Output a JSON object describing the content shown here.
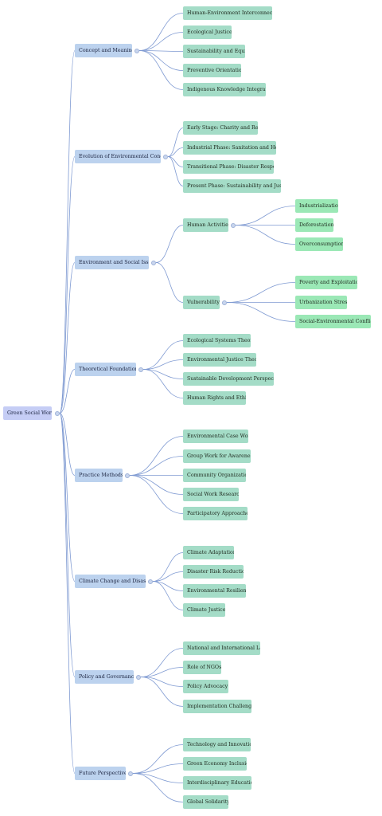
{
  "colors": {
    "root": "#c5cdf5",
    "level1": "#bcd2ee",
    "level2": "#a4dcc7",
    "level3": "#9be8b6",
    "edge": "#7f9ad2"
  },
  "mindmap": {
    "root": "Green Social Work",
    "branches": [
      {
        "label": "Concept and Meaning",
        "children": [
          {
            "label": "Human-Environment Interconnection"
          },
          {
            "label": "Ecological Justice"
          },
          {
            "label": "Sustainability and Equity"
          },
          {
            "label": "Preventive Orientation"
          },
          {
            "label": "Indigenous Knowledge Integration"
          }
        ]
      },
      {
        "label": "Evolution of Environmental Concern",
        "children": [
          {
            "label": "Early Stage: Charity and Relief"
          },
          {
            "label": "Industrial Phase: Sanitation and Health"
          },
          {
            "label": "Transitional Phase: Disaster Response"
          },
          {
            "label": "Present Phase: Sustainability and Justice"
          }
        ]
      },
      {
        "label": "Environment and Social Issues",
        "children": [
          {
            "label": "Human Activities",
            "children": [
              {
                "label": "Industrialization"
              },
              {
                "label": "Deforestation"
              },
              {
                "label": "Overconsumption"
              }
            ]
          },
          {
            "label": "Vulnerability",
            "children": [
              {
                "label": "Poverty and Exploitation"
              },
              {
                "label": "Urbanization Stress"
              },
              {
                "label": "Social-Environmental Conflicts"
              }
            ]
          }
        ]
      },
      {
        "label": "Theoretical Foundations",
        "children": [
          {
            "label": "Ecological Systems Theory"
          },
          {
            "label": "Environmental Justice Theory"
          },
          {
            "label": "Sustainable Development Perspective"
          },
          {
            "label": "Human Rights and Ethics"
          }
        ]
      },
      {
        "label": "Practice Methods",
        "children": [
          {
            "label": "Environmental Case Work"
          },
          {
            "label": "Group Work for Awareness"
          },
          {
            "label": "Community Organization"
          },
          {
            "label": "Social Work Research"
          },
          {
            "label": "Participatory Approaches"
          }
        ]
      },
      {
        "label": "Climate Change and Disasters",
        "children": [
          {
            "label": "Climate Adaptation"
          },
          {
            "label": "Disaster Risk Reduction"
          },
          {
            "label": "Environmental Resilience"
          },
          {
            "label": "Climate Justice"
          }
        ]
      },
      {
        "label": "Policy and Governance",
        "children": [
          {
            "label": "National and International Laws"
          },
          {
            "label": "Role of NGOs"
          },
          {
            "label": "Policy Advocacy"
          },
          {
            "label": "Implementation Challenges"
          }
        ]
      },
      {
        "label": "Future Perspectives",
        "children": [
          {
            "label": "Technology and Innovation"
          },
          {
            "label": "Green Economy Inclusion"
          },
          {
            "label": "Interdisciplinary Education"
          },
          {
            "label": "Global Solidarity"
          }
        ]
      }
    ]
  }
}
